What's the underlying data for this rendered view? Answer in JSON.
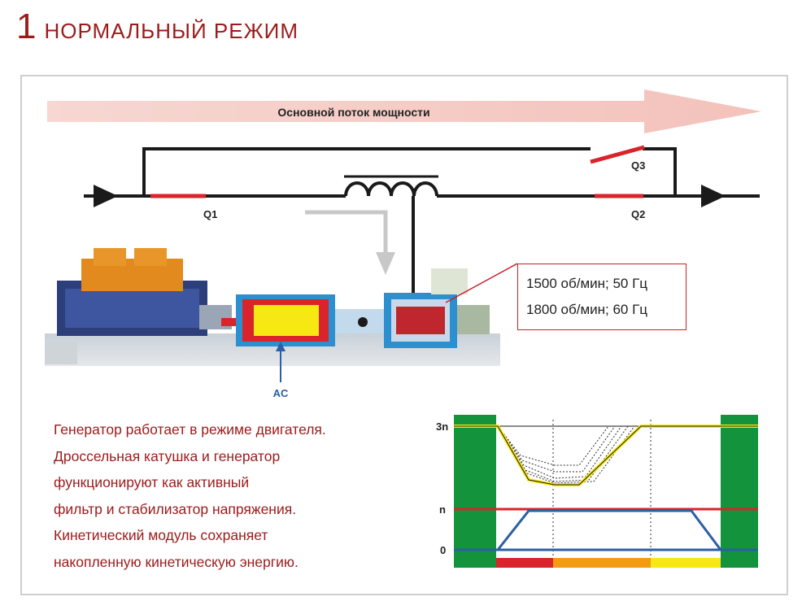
{
  "title": {
    "number": "1",
    "text": "НОРМАЛЬНЫЙ РЕЖИМ"
  },
  "flow_label": "Основной поток мощности",
  "switches": {
    "q1": "Q1",
    "q2": "Q2",
    "q3": "Q3"
  },
  "module_label": "AC",
  "speed_box": {
    "line1": "1500 об/мин; 50 Гц",
    "line2": "1800 об/мин; 60 Гц"
  },
  "description": [
    "Генератор работает в режиме двигателя.",
    "Дроссельная катушка и генератор",
    "функционируют как активный",
    "фильтр и стабилизатор напряжения.",
    "Кинетический модуль сохраняет",
    "накопленную кинетическую энергию."
  ],
  "graph_labels": {
    "top": "3n",
    "middle": "n",
    "bottom": "0"
  },
  "colors": {
    "accent": "#9b1b1b",
    "line_red": "#d8242a",
    "green": "#12933c",
    "orange": "#f39c12",
    "yellow": "#f7e814",
    "blue": "#2b5fa6"
  }
}
